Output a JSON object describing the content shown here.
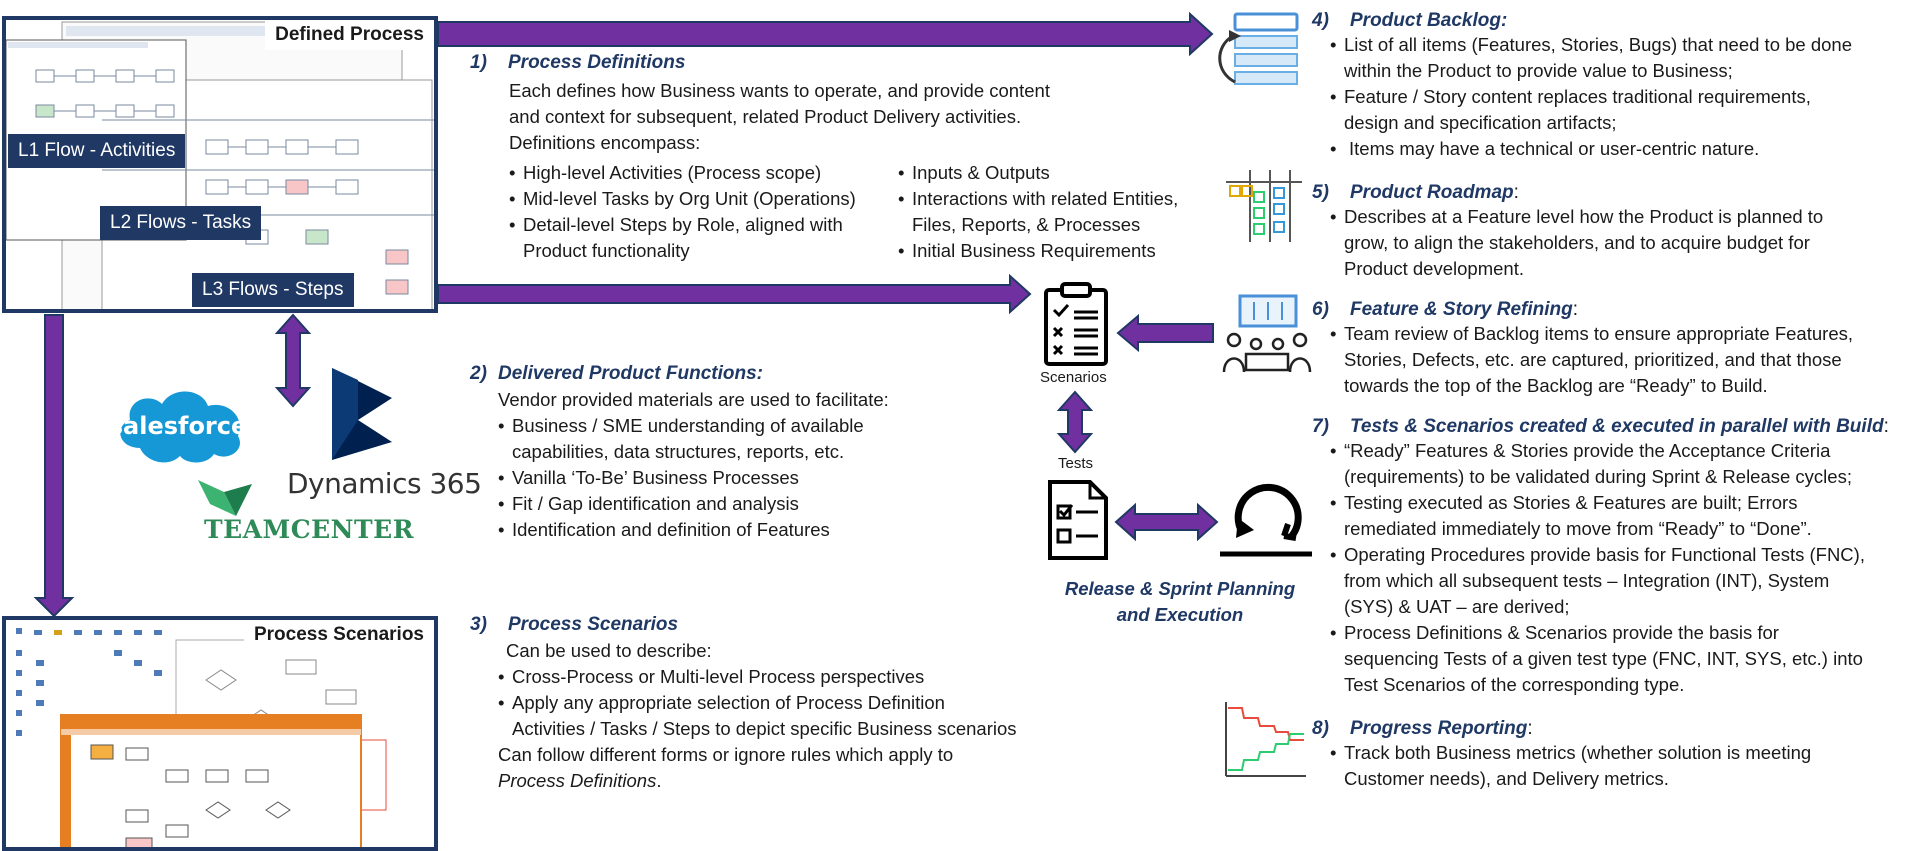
{
  "defined_process": {
    "title": "Defined Process",
    "levels": [
      "L1 Flow - Activities",
      "L2 Flows - Tasks",
      "L3 Flows - Steps"
    ]
  },
  "process_scenarios_panel": {
    "title": "Process Scenarios"
  },
  "sections": {
    "s1": {
      "num": "1)",
      "title": "Process Definitions",
      "intro": [
        "Each defines how Business wants to operate, and provide content",
        "and context for subsequent, related Product Delivery activities.",
        "Definitions encompass:"
      ],
      "left": [
        "High-level Activities (Process scope)",
        "Mid-level Tasks by Org Unit (Operations)",
        "Detail-level Steps by Role, aligned with",
        "Product functionality"
      ],
      "right": [
        "Inputs & Outputs",
        "Interactions with related Entities,",
        "Files, Reports, & Processes",
        "Initial Business Requirements"
      ]
    },
    "s2": {
      "num": "2)",
      "title": "Delivered Product Functions:",
      "intro": "Vendor provided materials are used to facilitate:",
      "items": [
        "Business / SME understanding of available",
        "capabilities, data structures, reports, etc.",
        "Vanilla ‘To-Be’ Business Processes",
        "Fit / Gap identification and analysis",
        "Identification and definition of Features"
      ]
    },
    "s3": {
      "num": "3)",
      "title": "Process Scenarios",
      "intro": "Can be used to describe:",
      "items": [
        "Cross-Process or Multi-level Process perspectives",
        "Apply any appropriate selection of Process Definition",
        "Activities / Tasks / Steps to depict specific Business scenarios"
      ],
      "outro1": "Can follow different forms or ignore rules which apply to",
      "outro2": "Process Definitions",
      "outro3": "."
    },
    "s4": {
      "num": "4)",
      "title": "Product Backlog:",
      "items": [
        "List of all items (Features, Stories, Bugs) that need to be done",
        "within the Product to provide value to Business;",
        "Feature / Story content replaces traditional requirements,",
        "design and specification artifacts;",
        "Items may have a technical or user-centric nature."
      ]
    },
    "s5": {
      "num": "5)",
      "title": "Product Roadmap",
      "title_suffix": ":",
      "items": [
        "Describes at a Feature level how the Product is planned to",
        "grow, to align the stakeholders, and to acquire budget for",
        "Product development."
      ]
    },
    "s6": {
      "num": "6)",
      "title": "Feature & Story Refining",
      "title_suffix": ":",
      "items": [
        "Team review of Backlog items to ensure appropriate Features,",
        "Stories, Defects, etc. are captured, prioritized, and that those",
        "towards the top of the Backlog are “Ready” to Build."
      ]
    },
    "s7": {
      "num": "7)",
      "title": "Tests & Scenarios created & executed in parallel with Build",
      "title_suffix": ":",
      "items": [
        "“Ready” Features & Stories provide the Acceptance Criteria",
        "(requirements) to be validated during Sprint & Release cycles;",
        "Testing executed as Stories & Features are built; Errors",
        "remediated immediately to move from “Ready” to “Done”.",
        "Operating Procedures provide basis for Functional Tests (FNC),",
        "from which all subsequent tests – Integration (INT), System",
        "(SYS) & UAT – are derived;",
        "Process Definitions & Scenarios provide the basis for",
        "sequencing Tests of a given test type (FNC, INT, SYS, etc.) into",
        "Test Scenarios of the corresponding type."
      ]
    },
    "s8": {
      "num": "8)",
      "title": "Progress Reporting",
      "title_suffix": ":",
      "items": [
        "Track both Business metrics (whether solution is meeting",
        "Customer needs), and Delivery metrics."
      ]
    }
  },
  "center": {
    "scenarios_label": "Scenarios",
    "tests_label": "Tests",
    "release_line1": "Release & Sprint Planning",
    "release_line2": "and Execution"
  },
  "logos": {
    "salesforce": "salesforce",
    "dynamics": "Dynamics 365",
    "teamcenter": "TEAMCENTER"
  },
  "colors": {
    "navy": "#1f3864",
    "arrow": "#7030a0",
    "arrow_edge": "#1f3864",
    "salesforce": "#1798d6",
    "teamcenter": "#2e8b57"
  }
}
